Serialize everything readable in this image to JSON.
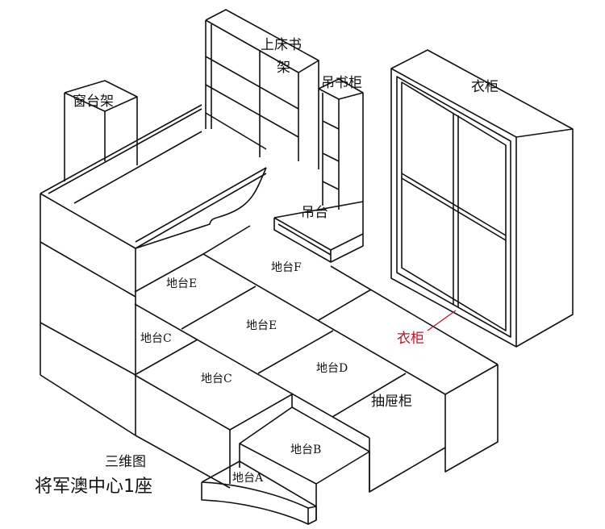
{
  "labels": {
    "loft_bookshelf_1": "上床书",
    "loft_bookshelf_2": "架",
    "hanging_bookcase": "吊书柜",
    "wardrobe_top": "衣柜",
    "window_shelf": "窗台架",
    "hanging_platform": "吊台",
    "platform_f": "地台F",
    "platform_e_back": "地台E",
    "platform_e_front": "地台E",
    "platform_c_side": "地台C",
    "platform_c_front": "地台C",
    "platform_d": "地台D",
    "wardrobe_callout": "衣柜",
    "drawer_cabinet": "抽屉柜",
    "platform_b": "地台B",
    "platform_a": "地台A"
  },
  "caption": {
    "view": "三维图",
    "location": "将军澳中心1座"
  },
  "colors": {
    "line": "#111111",
    "callout": "#c0142a"
  }
}
